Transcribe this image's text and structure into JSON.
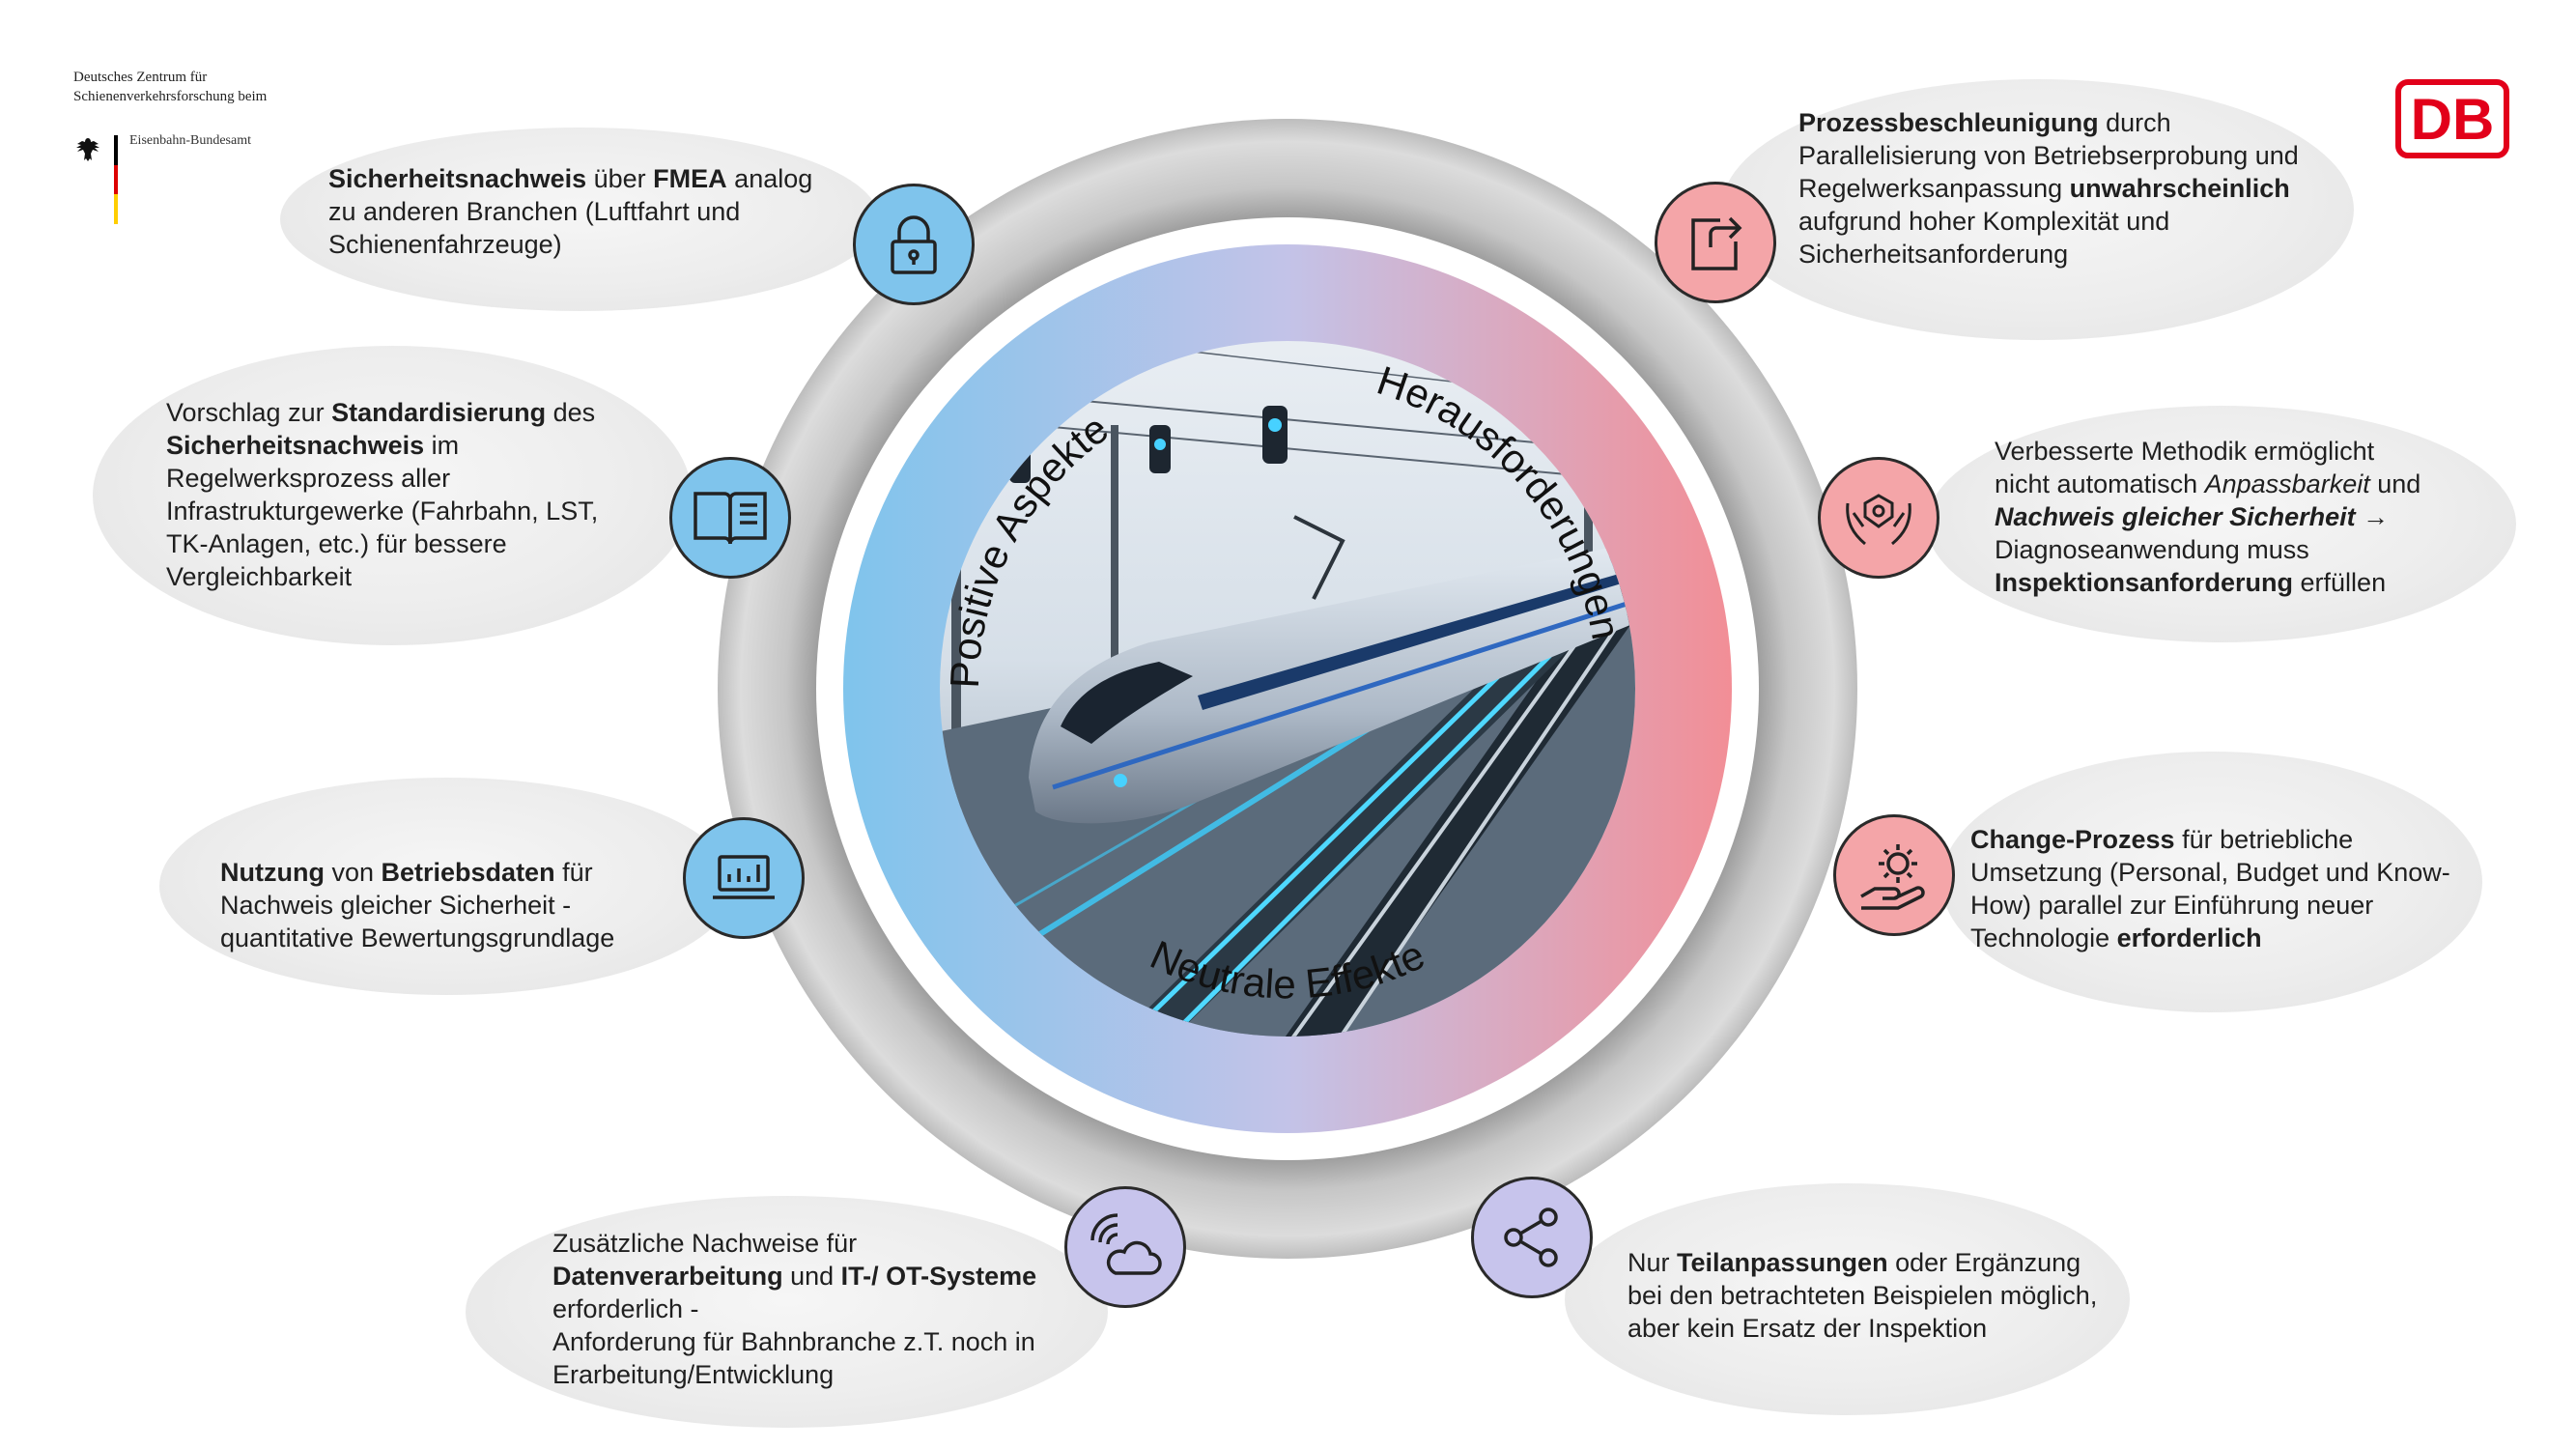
{
  "logos": {
    "dzsf_line1": "Deutsches Zentrum für",
    "dzsf_line2": "Schienenverkehrsforschung beim",
    "eba": "Eisenbahn-Bundesamt",
    "db": "DB"
  },
  "ring": {
    "left": "Positive Aspekte",
    "right": "Herausforderungen",
    "bottom": "Neutrale Effekte"
  },
  "colors": {
    "positive": "#7fc4ec",
    "challenge": "#f4a5a8",
    "neutral": "#c7c4ec",
    "db_red": "#e2001a"
  },
  "items": {
    "p1": {
      "icon": "lock-icon",
      "l1a": "Sicherheitsnachweis",
      "l1b": " über ",
      "l1c": "FMEA",
      "l1d": " analog",
      "l2": "zu anderen Branchen (Luftfahrt und",
      "l3": "Schienenfahrzeuge)"
    },
    "p2": {
      "icon": "book-icon",
      "l1a": "Vorschlag zur ",
      "l1b": "Standardisierung",
      "l1c": " des",
      "l2a": "Sicherheitsnachweis",
      "l2b": " im",
      "l3": "Regelwerksprozess aller",
      "l4": "Infrastrukturgewerke (Fahrbahn, LST,",
      "l5": "TK-Anlagen, etc.) für bessere",
      "l6": "Vergleichbarkeit"
    },
    "p3": {
      "icon": "laptop-chart-icon",
      "l1a": "Nutzung",
      "l1b": " von ",
      "l1c": "Betriebsdaten",
      "l1d": " für",
      "l2": "Nachweis gleicher Sicherheit -",
      "l3": "quantitative Bewertungsgrundlage"
    },
    "c1": {
      "icon": "export-arrow-icon",
      "l1a": "Prozessbeschleunigung",
      "l1b": " durch",
      "l2": "Parallelisierung von Betriebserprobung und",
      "l3a": "Regelwerksanpassung ",
      "l3b": "unwahrscheinlich",
      "l4": "aufgrund hoher Komplexität und",
      "l5": "Sicherheitsanforderung"
    },
    "c2": {
      "icon": "hands-shield-icon",
      "l1": "Verbesserte Methodik ermöglicht",
      "l2a": "nicht automatisch ",
      "l2b": "Anpassbarkeit",
      "l2c": " und",
      "l3a": "Nachweis gleicher Sicherheit",
      "l3b": " →",
      "l4": "Diagnoseanwendung muss",
      "l5a": "Inspektionsanforderung",
      "l5b": " erfüllen"
    },
    "c3": {
      "icon": "hand-gear-icon",
      "l1a": "Change-Prozess",
      "l1b": " für betriebliche",
      "l2": "Umsetzung (Personal, Budget und Know-",
      "l3": "How) parallel zur Einführung neuer",
      "l4a": "Technologie ",
      "l4b": "erforderlich"
    },
    "n1": {
      "icon": "cloud-signal-icon",
      "l1": "Zusätzliche Nachweise für",
      "l2a": "Datenverarbeitung",
      "l2b": " und ",
      "l2c": "IT-/ OT-Systeme",
      "l3": "erforderlich -",
      "l4": "Anforderung für Bahnbranche z.T. noch in",
      "l5": "Erarbeitung/Entwicklung"
    },
    "n2": {
      "icon": "share-nodes-icon",
      "l1a": "Nur ",
      "l1b": "Teilanpassungen",
      "l1c": " oder Ergänzung",
      "l2": "bei den betrachteten Beispielen möglich,",
      "l3": "aber kein Ersatz der Inspektion"
    }
  }
}
